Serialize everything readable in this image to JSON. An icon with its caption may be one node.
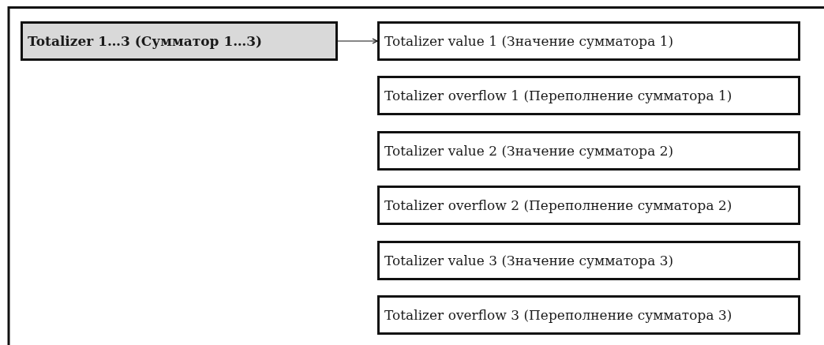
{
  "diagram": {
    "nodes": [
      {
        "text": [
          "Totalizer 1…3 (Сумматор 1…3)"
        ]
      },
      {
        "text": [
          "Totalizer value 1 (Значение сумматора 1)"
        ]
      },
      {
        "text": [
          "Totalizer overflow 1 (Переполнение сумматора 1)"
        ]
      },
      {
        "text": [
          "Totalizer value 2 (Значение сумматора 2)"
        ]
      },
      {
        "text": [
          "Totalizer overflow 2 (Переполнение сумматора 2)"
        ]
      },
      {
        "text": [
          "Totalizer value 3 (Значение сумматора 3)"
        ]
      },
      {
        "text": [
          "Totalizer overflow 3 (Переполнение сумматора 3)"
        ]
      }
    ],
    "edges": [
      {
        "from": 0,
        "to": 1,
        "arrow": "to"
      }
    ]
  }
}
